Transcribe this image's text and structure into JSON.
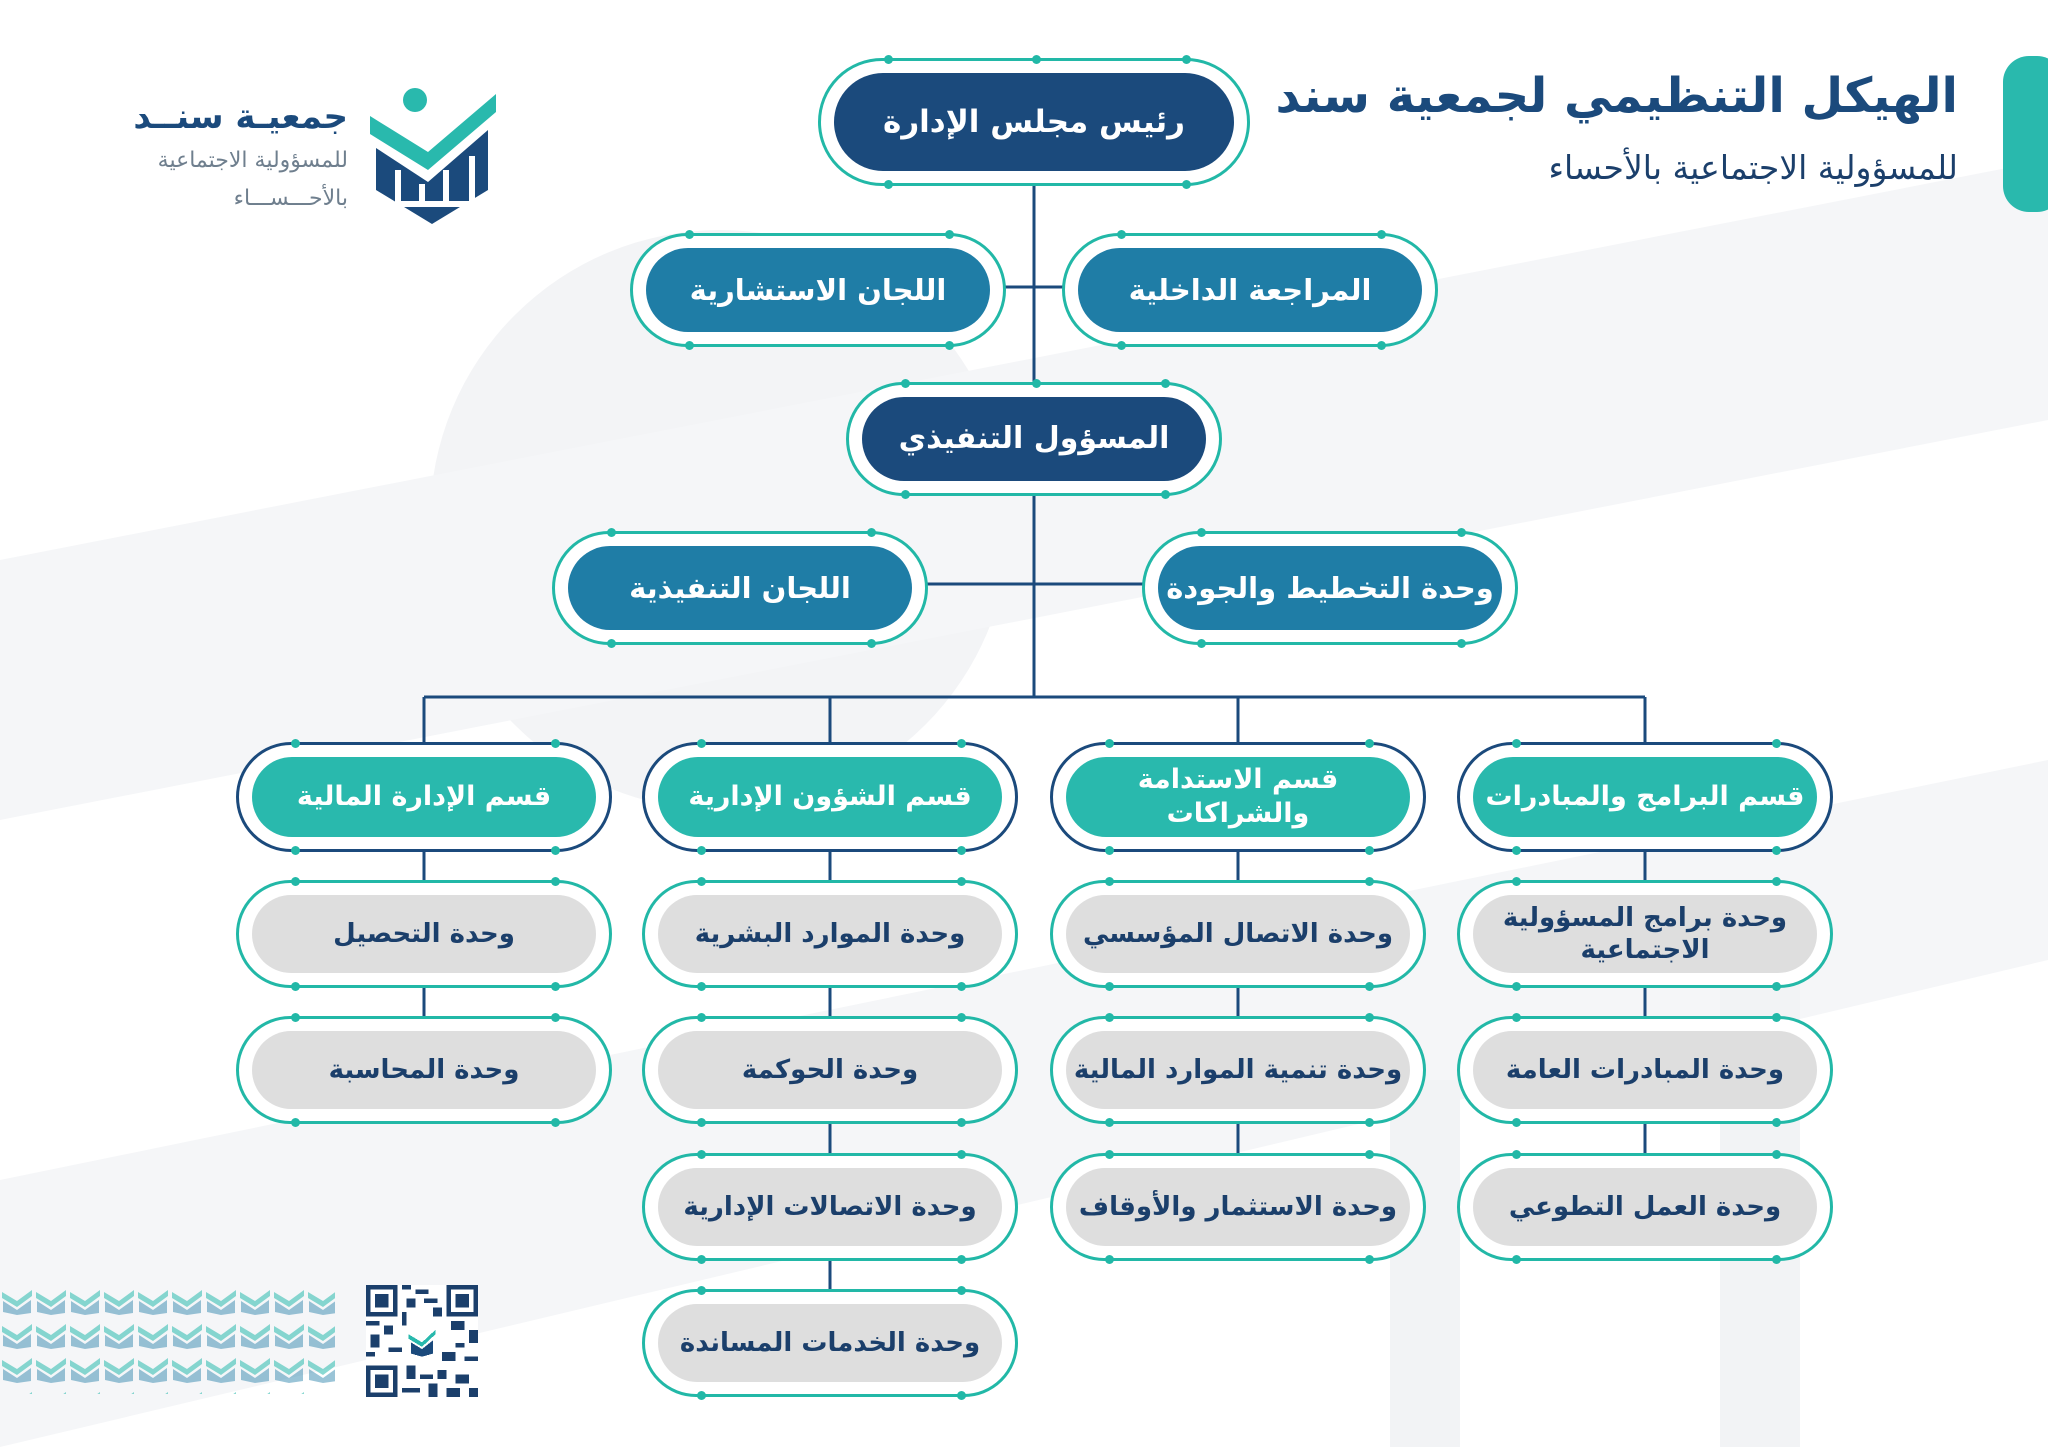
{
  "title": "الهيكل التنظيمي لجمعية سند",
  "subtitle": "للمسؤولية الاجتماعية بالأحساء",
  "logo": {
    "name": "جمعيـة سنــد",
    "line1": "للمسؤولية الاجتماعية",
    "line2": "بالأحـــســـاء"
  },
  "colors": {
    "navy": "#1b4a7c",
    "mid_blue": "#1f7da6",
    "teal": "#29b9ad",
    "gray": "#dedede"
  },
  "chart": {
    "board_chair": "رئيس مجلس الإدارة",
    "internal_audit": "المراجعة الداخلية",
    "advisory_committees": "اللجان الاستشارية",
    "executive_officer": "المسؤول التنفيذي",
    "planning_quality_unit": "وحدة التخطيط والجودة",
    "executive_committees": "اللجان التنفيذية",
    "departments": [
      {
        "name": "قسم البرامج والمبادرات",
        "units": [
          "وحدة برامج المسؤولية الاجتماعية",
          "وحدة المبادرات العامة",
          "وحدة العمل التطوعي"
        ]
      },
      {
        "name": "قسم الاستدامة والشراكات",
        "units": [
          "وحدة الاتصال المؤسسي",
          "وحدة تنمية الموارد المالية",
          "وحدة الاستثمار والأوقاف"
        ]
      },
      {
        "name": "قسم الشؤون الإدارية",
        "units": [
          "وحدة الموارد البشرية",
          "وحدة الحوكمة",
          "وحدة الاتصالات الإدارية",
          "وحدة الخدمات المساندة"
        ]
      },
      {
        "name": "قسم الإدارة المالية",
        "units": [
          "وحدة التحصيل",
          "وحدة المحاسبة"
        ]
      }
    ]
  }
}
